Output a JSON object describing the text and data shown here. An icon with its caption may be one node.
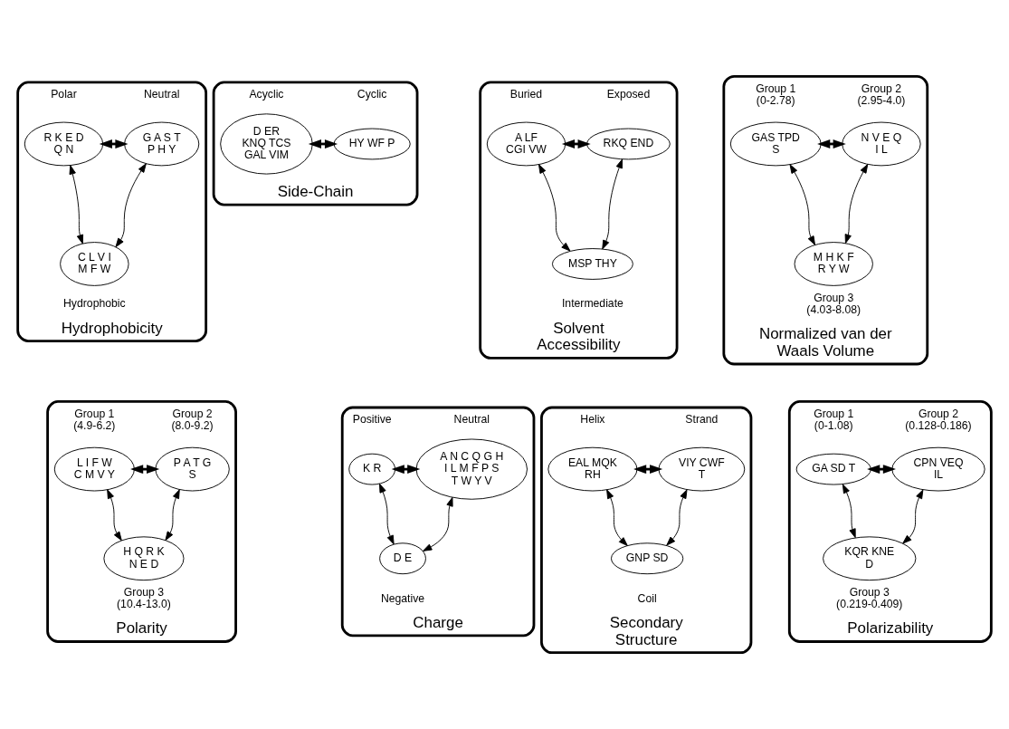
{
  "diagram": {
    "nodes": [
      {
        "text": [
          "Hydrophobicity"
        ]
      },
      {
        "text": [
          "R K E D Q N"
        ],
        "beside": [
          "Polar"
        ],
        "in": 0
      },
      {
        "text": [
          "G A S T P H Y"
        ],
        "beside": [
          "Neutral"
        ],
        "in": 0
      },
      {
        "text": [
          "C L V I M F W"
        ],
        "beside": [
          "Hydrophobic"
        ],
        "in": 0
      },
      {
        "text": [
          "Side-Chain"
        ]
      },
      {
        "text": [
          "D ER KNQ TCS GAL VIM"
        ],
        "beside": [
          "Acyclic"
        ],
        "in": 4
      },
      {
        "text": [
          "HY WF P"
        ],
        "beside": [
          "Cyclic"
        ],
        "in": 4
      },
      {
        "text": [
          "Solvent Accessibility"
        ]
      },
      {
        "text": [
          "A LF CGI VW"
        ],
        "beside": [
          "Buried"
        ],
        "in": 7
      },
      {
        "text": [
          "RKQ END"
        ],
        "beside": [
          "Exposed"
        ],
        "in": 7
      },
      {
        "text": [
          "MSP THY"
        ],
        "beside": [
          "Intermediate"
        ],
        "in": 7
      },
      {
        "text": [
          "Normalized van der Waals Volume"
        ]
      },
      {
        "text": [
          "GAS TPD S"
        ],
        "beside": [
          "Group 1 (0-2.78)"
        ],
        "in": 11
      },
      {
        "text": [
          "N V E Q I L"
        ],
        "beside": [
          "Group 2 (2.95-4.0)"
        ],
        "in": 11
      },
      {
        "text": [
          "M H K F R Y W"
        ],
        "beside": [
          "Group 3 (4.03-8.08)"
        ],
        "in": 11
      },
      {
        "text": [
          "Polarity"
        ]
      },
      {
        "text": [
          "L I F W C M V Y"
        ],
        "beside": [
          "Group 1 (4.9-6.2)"
        ],
        "in": 15
      },
      {
        "text": [
          "P A T G S"
        ],
        "beside": [
          "Group 2 (8.0-9.2)"
        ],
        "in": 15
      },
      {
        "text": [
          "H Q R K N E D"
        ],
        "beside": [
          "Group 3 (10.4-13.0)"
        ],
        "in": 15
      },
      {
        "text": [
          "Charge"
        ]
      },
      {
        "text": [
          "K R"
        ],
        "beside": [
          "Positive"
        ],
        "in": 19
      },
      {
        "text": [
          "A N C Q G H I L M F P S T W Y V"
        ],
        "beside": [
          "Neutral"
        ],
        "in": 19
      },
      {
        "text": [
          "D E"
        ],
        "beside": [
          "Negative"
        ],
        "in": 19
      },
      {
        "text": [
          "Secondary Structure"
        ]
      },
      {
        "text": [
          "EAL MQK RH"
        ],
        "beside": [
          "Helix"
        ],
        "in": 23
      },
      {
        "text": [
          "VIY CWF T"
        ],
        "beside": [
          "Strand"
        ],
        "in": 23
      },
      {
        "text": [
          "GNP SD"
        ],
        "beside": [
          "Coil"
        ],
        "in": 23
      },
      {
        "text": [
          "Polarizability"
        ]
      },
      {
        "text": [
          "GA SD T"
        ],
        "beside": [
          "Group 1 (0-1.08)"
        ],
        "in": 27
      },
      {
        "text": [
          "CPN VEQ IL"
        ],
        "beside": [
          "Group 2 (0.128-0.186)"
        ],
        "in": 27
      },
      {
        "text": [
          "KQR KNE D"
        ],
        "beside": [
          "Group 3 (0.219-0.409)"
        ],
        "in": 27
      }
    ],
    "edges": [
      {
        "from": 1,
        "to": 2,
        "arrow": "both",
        "style": "thick"
      },
      {
        "from": 1,
        "to": 3,
        "arrow": "both"
      },
      {
        "from": 2,
        "to": 3,
        "arrow": "both"
      },
      {
        "from": 5,
        "to": 6,
        "arrow": "both",
        "style": "thick"
      },
      {
        "from": 8,
        "to": 9,
        "arrow": "both",
        "style": "thick"
      },
      {
        "from": 8,
        "to": 10,
        "arrow": "both"
      },
      {
        "from": 9,
        "to": 10,
        "arrow": "both"
      },
      {
        "from": 12,
        "to": 13,
        "arrow": "both",
        "style": "thick"
      },
      {
        "from": 12,
        "to": 14,
        "arrow": "both"
      },
      {
        "from": 13,
        "to": 14,
        "arrow": "both"
      },
      {
        "from": 16,
        "to": 17,
        "arrow": "both",
        "style": "thick"
      },
      {
        "from": 16,
        "to": 18,
        "arrow": "both"
      },
      {
        "from": 17,
        "to": 18,
        "arrow": "both"
      },
      {
        "from": 20,
        "to": 21,
        "arrow": "both",
        "style": "thick"
      },
      {
        "from": 20,
        "to": 22,
        "arrow": "both"
      },
      {
        "from": 22,
        "to": 21,
        "arrow": "both"
      },
      {
        "from": 24,
        "to": 25,
        "arrow": "both",
        "style": "thick"
      },
      {
        "from": 24,
        "to": 26,
        "arrow": "both"
      },
      {
        "from": 25,
        "to": 26,
        "arrow": "both"
      },
      {
        "from": 28,
        "to": 29,
        "arrow": "both",
        "style": "thick"
      },
      {
        "from": 28,
        "to": 30,
        "arrow": "both"
      },
      {
        "from": 29,
        "to": 30,
        "arrow": "both"
      }
    ]
  }
}
